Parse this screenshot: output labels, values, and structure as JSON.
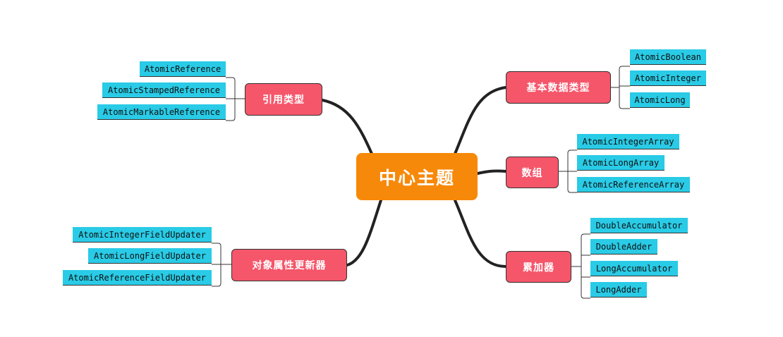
{
  "center": {
    "label": "中心主题",
    "color": "#f7890a"
  },
  "branch_color": "#f5566a",
  "leaf_color": "#29cbe6",
  "branches": {
    "basic": {
      "label": "基本数据类型",
      "items": [
        "AtomicBoolean",
        "AtomicInteger",
        "AtomicLong"
      ]
    },
    "array": {
      "label": "数组",
      "items": [
        "AtomicIntegerArray",
        "AtomicLongArray",
        "AtomicReferenceArray"
      ]
    },
    "accumulator": {
      "label": "累加器",
      "items": [
        "DoubleAccumulator",
        "DoubleAdder",
        "LongAccumulator",
        "LongAdder"
      ]
    },
    "reference": {
      "label": "引用类型",
      "items": [
        "AtomicReference",
        "AtomicStampedReference",
        "AtomicMarkableReference"
      ]
    },
    "field_updater": {
      "label": "对象属性更新器",
      "items": [
        "AtomicIntegerFieldUpdater",
        "AtomicLongFieldUpdater",
        "AtomicReferenceFieldUpdater"
      ]
    }
  }
}
